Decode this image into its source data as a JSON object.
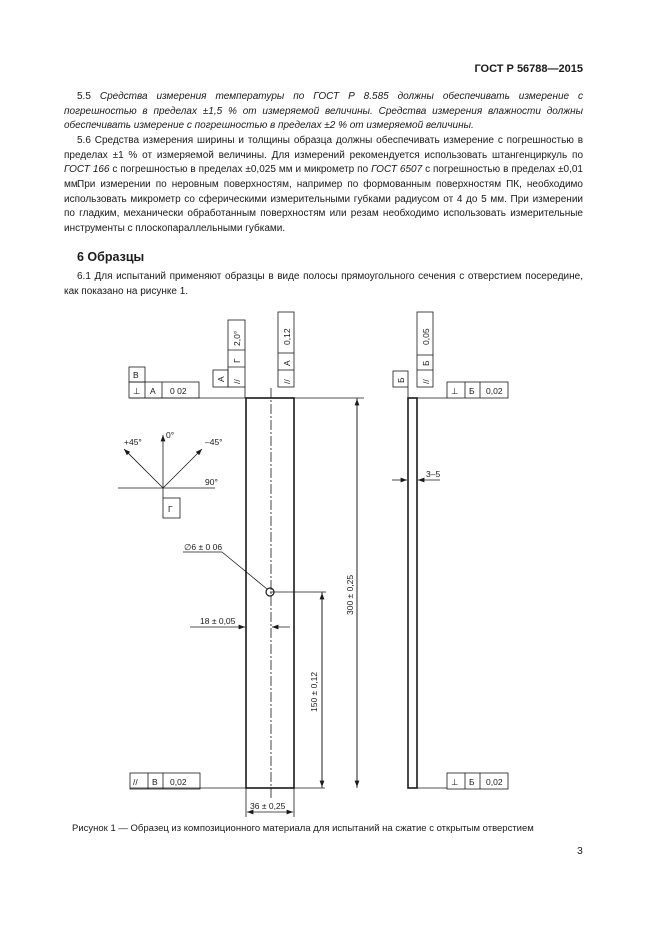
{
  "header": {
    "doc_id": "ГОСТ Р 56788—2015"
  },
  "text": {
    "p55_num": "5.5",
    "p55": "Средства измерения температуры по ГОСТ Р 8.585 должны обеспечивать измерение с погрешностью в пределах ±1,5 % от измеряемой величины. Средства измерения влажности должны обеспечивать измерение с погрешностью в пределах ±2 % от измеряемой величины.",
    "p56_a": "5.6 Средства измерения ширины и толщины образца должны обеспечивать измерение с погрешностью в пределах ±1 % от измеряемой величины. Для измерений рекомендуется использовать штангенциркуль по ",
    "p56_gost166": "ГОСТ 166",
    "p56_b": " с погрешностью в пределах ±0,025 мм и микрометр по ",
    "p56_gost6507": "ГОСТ 6507",
    "p56_c": " с погрешностью в пределах ±0,01 мм.",
    "p_rough": "При измерении по неровным поверхностям, например по формованным поверхностям ПК, необходимо использовать микрометр со сферическими измерительными губками радиусом от 4 до 5 мм. При измерении по гладким, механически обработанным поверхностям или резам необходимо использовать измерительные инструменты с плоскопараллельными губками.",
    "section_title": "6 Образцы",
    "p61": "6.1 Для испытаний применяют образцы в виде полосы прямоугольного сечения с отверстием посередине, как показано на рисунке 1."
  },
  "figure": {
    "datum_v": "В",
    "perp": "⊥",
    "par": "//",
    "datum_a": "А",
    "datum_b": "Б",
    "datum_g": "Г",
    "tol_0_02_top_left": "0 02",
    "tol_angle": "2,0°",
    "tol_0_12": "0,12",
    "tol_0_05": "0,05",
    "tol_0_02": "0,02",
    "angle_0": "0°",
    "angle_p45": "+45°",
    "angle_m45": "–45°",
    "angle_90": "90°",
    "hole_dim": "∅6 ± 0 06",
    "dim_18": "18 ± 0,05",
    "dim_300": "300 ± 0,25",
    "dim_150": "150 ± 0,12",
    "dim_36": "36 ± 0,25",
    "dim_thickness": "3–5"
  },
  "caption": "Рисунок 1 — Образец из композиционного материала для испытаний на сжатие с открытым отверстием",
  "page_number": "3"
}
